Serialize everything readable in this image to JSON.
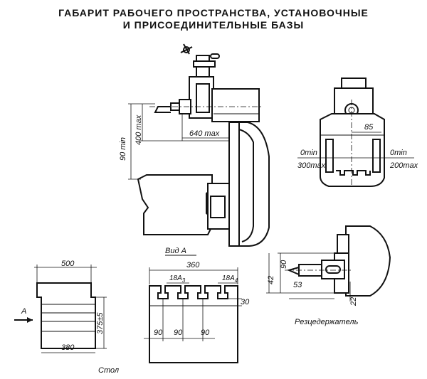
{
  "title": {
    "line1": "ГАБАРИТ РАБОЧЕГО ПРОСТРАНСТВА, УСТАНОВОЧНЫЕ",
    "line2": "И ПРИСОЕДИНИТЕЛЬНЫЕ БАЗЫ"
  },
  "side_view": {
    "dim_min": "90 min",
    "dim_max": "400 max",
    "dim_reach": "640 max"
  },
  "front_view": {
    "dim_85": "85",
    "left_min": "0min",
    "left_max": "300max",
    "right_min": "0min",
    "right_max": "200max"
  },
  "table": {
    "width": "500",
    "height": "375±5",
    "base": "380",
    "arrow": "A",
    "caption": "Стол"
  },
  "view_a": {
    "label": "Вид А",
    "width": "360",
    "slot1": "18A",
    "slot1_sub": "3",
    "slot2": "18A",
    "slot2_sub": "4",
    "depth": "30",
    "spacing": [
      "90",
      "90",
      "90"
    ]
  },
  "tool_holder": {
    "dim_90": "90",
    "dim_42": "42",
    "dim_53": "53",
    "dim_22": "22",
    "caption": "Резцедержатель"
  }
}
